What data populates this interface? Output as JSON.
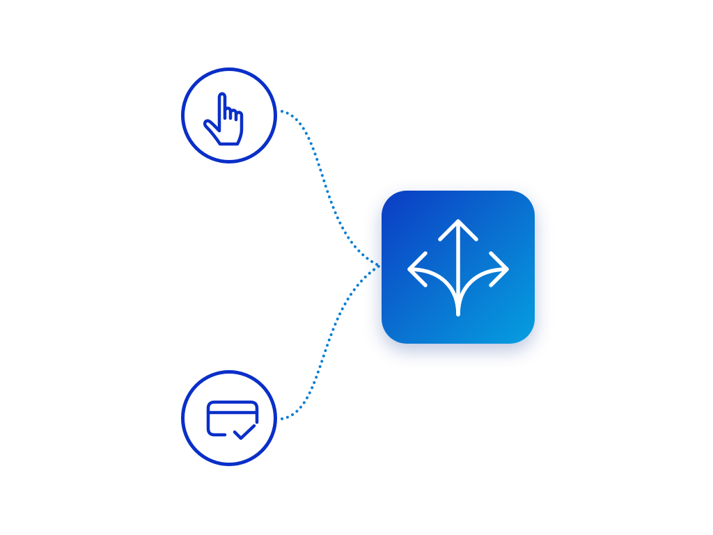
{
  "diagram": {
    "nodes": [
      {
        "id": "hand",
        "icon": "pointing-hand-icon"
      },
      {
        "id": "card",
        "icon": "credit-card-check-icon"
      }
    ],
    "hub": {
      "icon": "split-arrows-icon"
    },
    "edges": [
      {
        "from": "hand",
        "to": "hub",
        "style": "dotted"
      },
      {
        "from": "card",
        "to": "hub",
        "style": "dotted"
      }
    ]
  },
  "colors": {
    "node_stroke": "#0a2fc8",
    "connector": "#0a7fd4",
    "hub_gradient_start": "#0b3cc4",
    "hub_gradient_end": "#059fe0",
    "hub_icon": "#ffffff"
  }
}
